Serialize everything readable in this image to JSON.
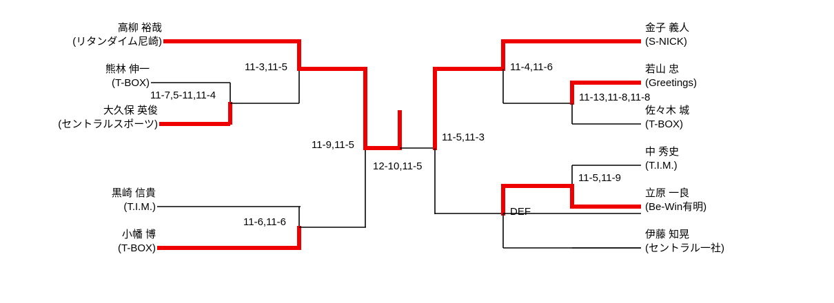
{
  "bracket": {
    "colors": {
      "winner_line": "#ee0000",
      "loser_line": "#000000",
      "background": "#ffffff",
      "text": "#000000"
    },
    "left_players": [
      {
        "name": "高柳 裕哉",
        "club": "(リタンダイム尼崎)"
      },
      {
        "name": "熊林 伸一",
        "club": "(T-BOX)"
      },
      {
        "name": "大久保 英俊",
        "club": "(セントラルスポーツ)"
      },
      {
        "name": "黒崎 信貴",
        "club": "(T.I.M.)"
      },
      {
        "name": "小幡 博",
        "club": "(T-BOX)"
      }
    ],
    "right_players": [
      {
        "name": "金子 義人",
        "club": "(S-NICK)"
      },
      {
        "name": "若山 忠",
        "club": "(Greetings)"
      },
      {
        "name": "佐々木 城",
        "club": "(T-BOX)"
      },
      {
        "name": "中 秀史",
        "club": "(T.I.M.)"
      },
      {
        "name": "立原 一良",
        "club": "(Be-Win有明)"
      },
      {
        "name": "伊藤 知晃",
        "club": "(セントラル一社)"
      }
    ],
    "scores": {
      "left_round1": "11-7,5-11,11-4",
      "left_quarter_top": "11-3,11-5",
      "left_semi": "11-9,11-5",
      "left_quarter_bottom": "11-6,11-6",
      "final": "12-10,11-5",
      "right_semi": "11-5,11-3",
      "right_quarter_top": "11-4,11-6",
      "right_round1_top": "11-13,11-8,11-8",
      "right_round1_bottom": "11-5,11-9",
      "right_quarter_bottom": "DEF"
    }
  }
}
